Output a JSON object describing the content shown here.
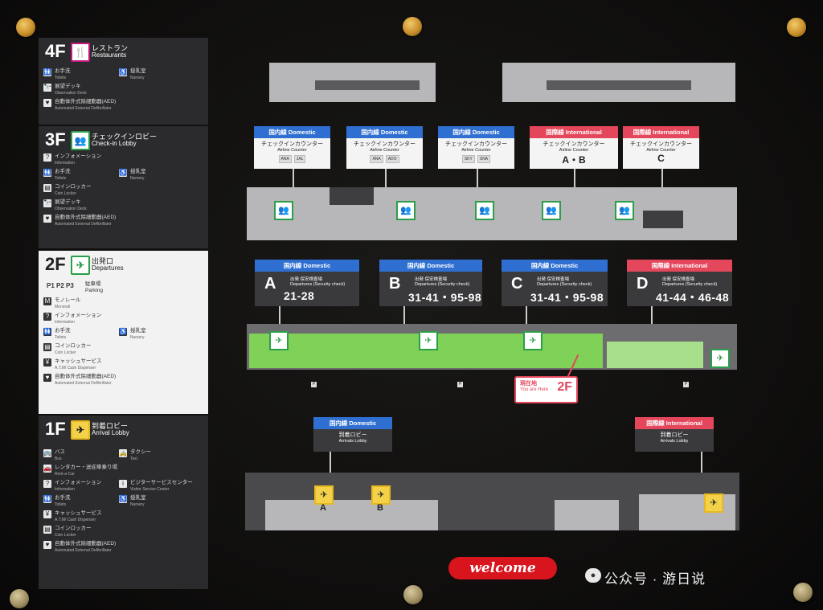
{
  "legend": {
    "f4": {
      "num": "4F",
      "jp": "レストラン",
      "en": "Restaurants",
      "items": [
        {
          "ic": "🚻",
          "jp": "お手洗",
          "en": "Toilets"
        },
        {
          "ic": "♿",
          "jp": "授乳室",
          "en": "Nursery"
        },
        {
          "ic": "🔭",
          "jp": "展望デッキ",
          "en": "Observation Deck"
        },
        {
          "ic": "♥",
          "jp": "自動体外式除細動器(AED)",
          "en": "Automated External Defibrillator"
        }
      ]
    },
    "f3": {
      "num": "3F",
      "jp": "チェックインロビー",
      "en": "Check-in Lobby",
      "items": [
        {
          "ic": "?",
          "jp": "インフォメーション",
          "en": "Information"
        },
        {
          "ic": "🚻",
          "jp": "お手洗",
          "en": "Toilets"
        },
        {
          "ic": "♿",
          "jp": "授乳室",
          "en": "Nursery"
        },
        {
          "ic": "▤",
          "jp": "コインロッカー",
          "en": "Coin Locker"
        },
        {
          "ic": "🔭",
          "jp": "展望デッキ",
          "en": "Observation Deck"
        },
        {
          "ic": "♥",
          "jp": "自動体外式除細動器(AED)",
          "en": "Automated External Defibrillator"
        }
      ]
    },
    "f2": {
      "num": "2F",
      "jp": "出発口",
      "en": "Departures",
      "parking": "P1 P2 P3",
      "parking_jp": "駐車場",
      "parking_en": "Parking",
      "items": [
        {
          "ic": "M",
          "jp": "モノレール",
          "en": "Monorail"
        },
        {
          "ic": "?",
          "jp": "インフォメーション",
          "en": "Information"
        },
        {
          "ic": "🚻",
          "jp": "お手洗",
          "en": "Toilets"
        },
        {
          "ic": "♿",
          "jp": "授乳室",
          "en": "Nursery"
        },
        {
          "ic": "▤",
          "jp": "コインロッカー",
          "en": "Coin Locker"
        },
        {
          "ic": "¥",
          "jp": "キャッシュサービス",
          "en": "A.T.M/ Cash Dispenser"
        },
        {
          "ic": "♥",
          "jp": "自動体外式除細動器(AED)",
          "en": "Automated External Defibrillator"
        }
      ]
    },
    "f1": {
      "num": "1F",
      "jp": "到着ロビー",
      "en": "Arrival Lobby",
      "items": [
        {
          "ic": "🚌",
          "jp": "バス",
          "en": "Bus"
        },
        {
          "ic": "🚕",
          "jp": "タクシー",
          "en": "Taxi"
        },
        {
          "ic": "🚗",
          "jp": "レンタカー・送迎車乗り場",
          "en": "Rent-a-Car"
        },
        {
          "ic": "?",
          "jp": "インフォメーション",
          "en": "Information"
        },
        {
          "ic": "i",
          "jp": "ビジターサービスセンター",
          "en": "Visitor Service Center"
        },
        {
          "ic": "🚻",
          "jp": "お手洗",
          "en": "Toilets"
        },
        {
          "ic": "♿",
          "jp": "授乳室",
          "en": "Nursery"
        },
        {
          "ic": "¥",
          "jp": "キャッシュサービス",
          "en": "A.T.M/ Cash Dispenser"
        },
        {
          "ic": "▤",
          "jp": "コインロッカー",
          "en": "Coin Locker"
        },
        {
          "ic": "♥",
          "jp": "自動体外式除細動器(AED)",
          "en": "Automated External Defibrillator"
        }
      ]
    }
  },
  "checkin_signs": [
    {
      "type": "dom",
      "hd": "国内線 Domestic",
      "jp": "チェックインカウンター",
      "en": "Airline Counter",
      "logos": [
        "ANA",
        "JAL"
      ]
    },
    {
      "type": "dom",
      "hd": "国内線 Domestic",
      "jp": "チェックインカウンター",
      "en": "Airline Counter",
      "logos": [
        "ANA",
        "ADO"
      ]
    },
    {
      "type": "dom",
      "hd": "国内線 Domestic",
      "jp": "チェックインカウンター",
      "en": "Airline Counter",
      "logos": [
        "SKY",
        "SNA"
      ]
    },
    {
      "type": "intl",
      "hd": "国際線 International",
      "jp": "チェックインカウンター",
      "en": "Airline Counter",
      "zone": "A・B"
    },
    {
      "type": "intl",
      "hd": "国際線 International",
      "jp": "チェックインカウンター",
      "en": "Airline Counter",
      "zone": "C"
    }
  ],
  "departure_signs": [
    {
      "type": "dom",
      "hd": "国内線 Domestic",
      "letter": "A",
      "sub": "出発 保安検査場",
      "sub_en": "Departures (Security check)",
      "gates": "21-28"
    },
    {
      "type": "dom",
      "hd": "国内線 Domestic",
      "letter": "B",
      "sub": "出発 保安検査場",
      "sub_en": "Departures (Security check)",
      "gates": "31-41・95-98"
    },
    {
      "type": "dom",
      "hd": "国内線 Domestic",
      "letter": "C",
      "sub": "出発 保安検査場",
      "sub_en": "Departures (Security check)",
      "gates": "31-41・95-98"
    },
    {
      "type": "intl",
      "hd": "国際線 International",
      "letter": "D",
      "sub": "出発 保安検査場",
      "sub_en": "Departures (Security check)",
      "gates": "41-44・46-48"
    }
  ],
  "arrival_signs": [
    {
      "type": "dom",
      "hd": "国内線 Domestic",
      "jp": "到着ロビー",
      "en": "Arrivals Lobby"
    },
    {
      "type": "intl",
      "hd": "国際線 International",
      "jp": "到着ロビー",
      "en": "Arrivals Lobby"
    }
  ],
  "here": {
    "jp": "現在地",
    "en": "You are Here",
    "floor": "2F"
  },
  "arrival_gates": [
    "A",
    "B"
  ],
  "welcome": "welcome",
  "watermark": "公众号 · 游日说",
  "colors": {
    "domestic": "#2e6fd1",
    "international": "#e4465b",
    "green_area": "#7fd158",
    "gate_green": "#2b9e4a",
    "arrival_yellow": "#f3d24a"
  }
}
